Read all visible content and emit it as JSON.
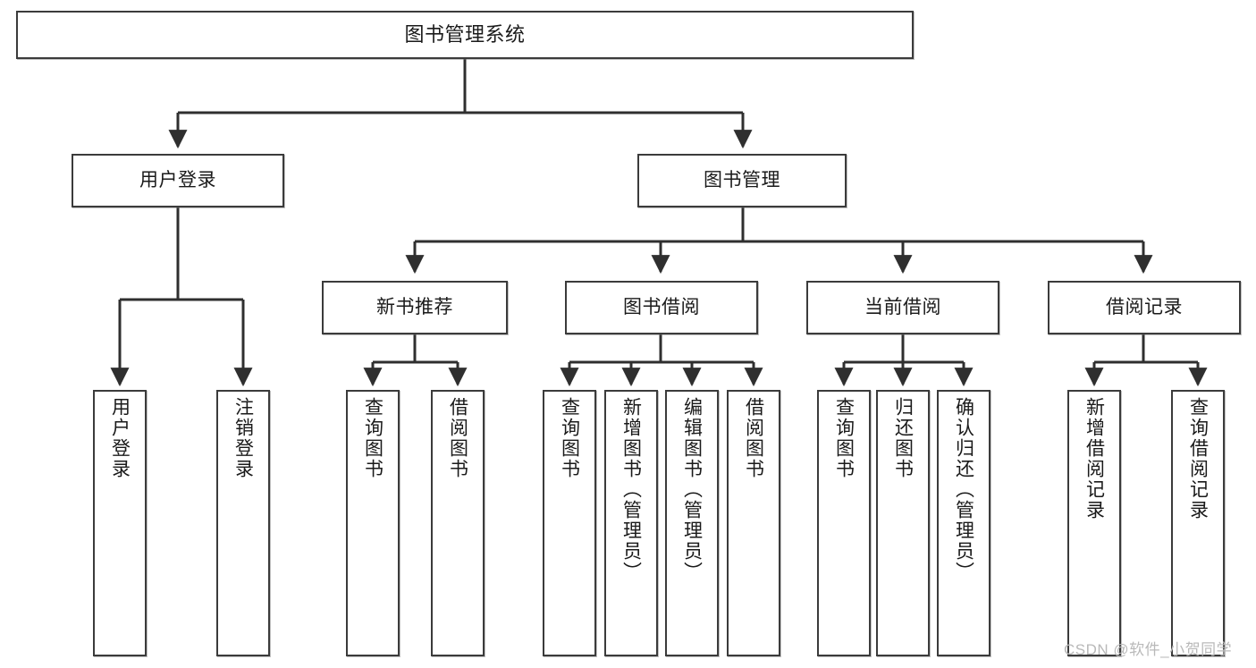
{
  "diagram": {
    "title": "图书管理系统",
    "type": "functional-structure-tree",
    "watermark": "CSDN @软件_小贺同学",
    "colors": {
      "box_border": "#3b3b3b",
      "box_fill": "#ffffff",
      "edge": "#2f2f2f",
      "text": "#1a1a1a",
      "watermark": "#b9b9b9",
      "background": "#ffffff"
    },
    "root": {
      "label": "图书管理系统"
    },
    "level2": [
      {
        "label": "用户登录"
      },
      {
        "label": "图书管理"
      }
    ],
    "level3": [
      {
        "label": "新书推荐"
      },
      {
        "label": "图书借阅"
      },
      {
        "label": "当前借阅"
      },
      {
        "label": "借阅记录"
      }
    ],
    "leaves": {
      "user_login": [
        {
          "label": "用户登录"
        },
        {
          "label": "注销登录"
        }
      ],
      "new_book_recommend": [
        {
          "label": "查询图书"
        },
        {
          "label": "借阅图书"
        }
      ],
      "book_borrow": [
        {
          "label": "查询图书"
        },
        {
          "label": "新增图书（管理员）"
        },
        {
          "label": "编辑图书（管理员）"
        },
        {
          "label": "借阅图书"
        }
      ],
      "current_borrow": [
        {
          "label": "查询图书"
        },
        {
          "label": "归还图书"
        },
        {
          "label": "确认归还（管理员）"
        }
      ],
      "borrow_records": [
        {
          "label": "新增借阅记录"
        },
        {
          "label": "查询借阅记录"
        }
      ]
    }
  }
}
